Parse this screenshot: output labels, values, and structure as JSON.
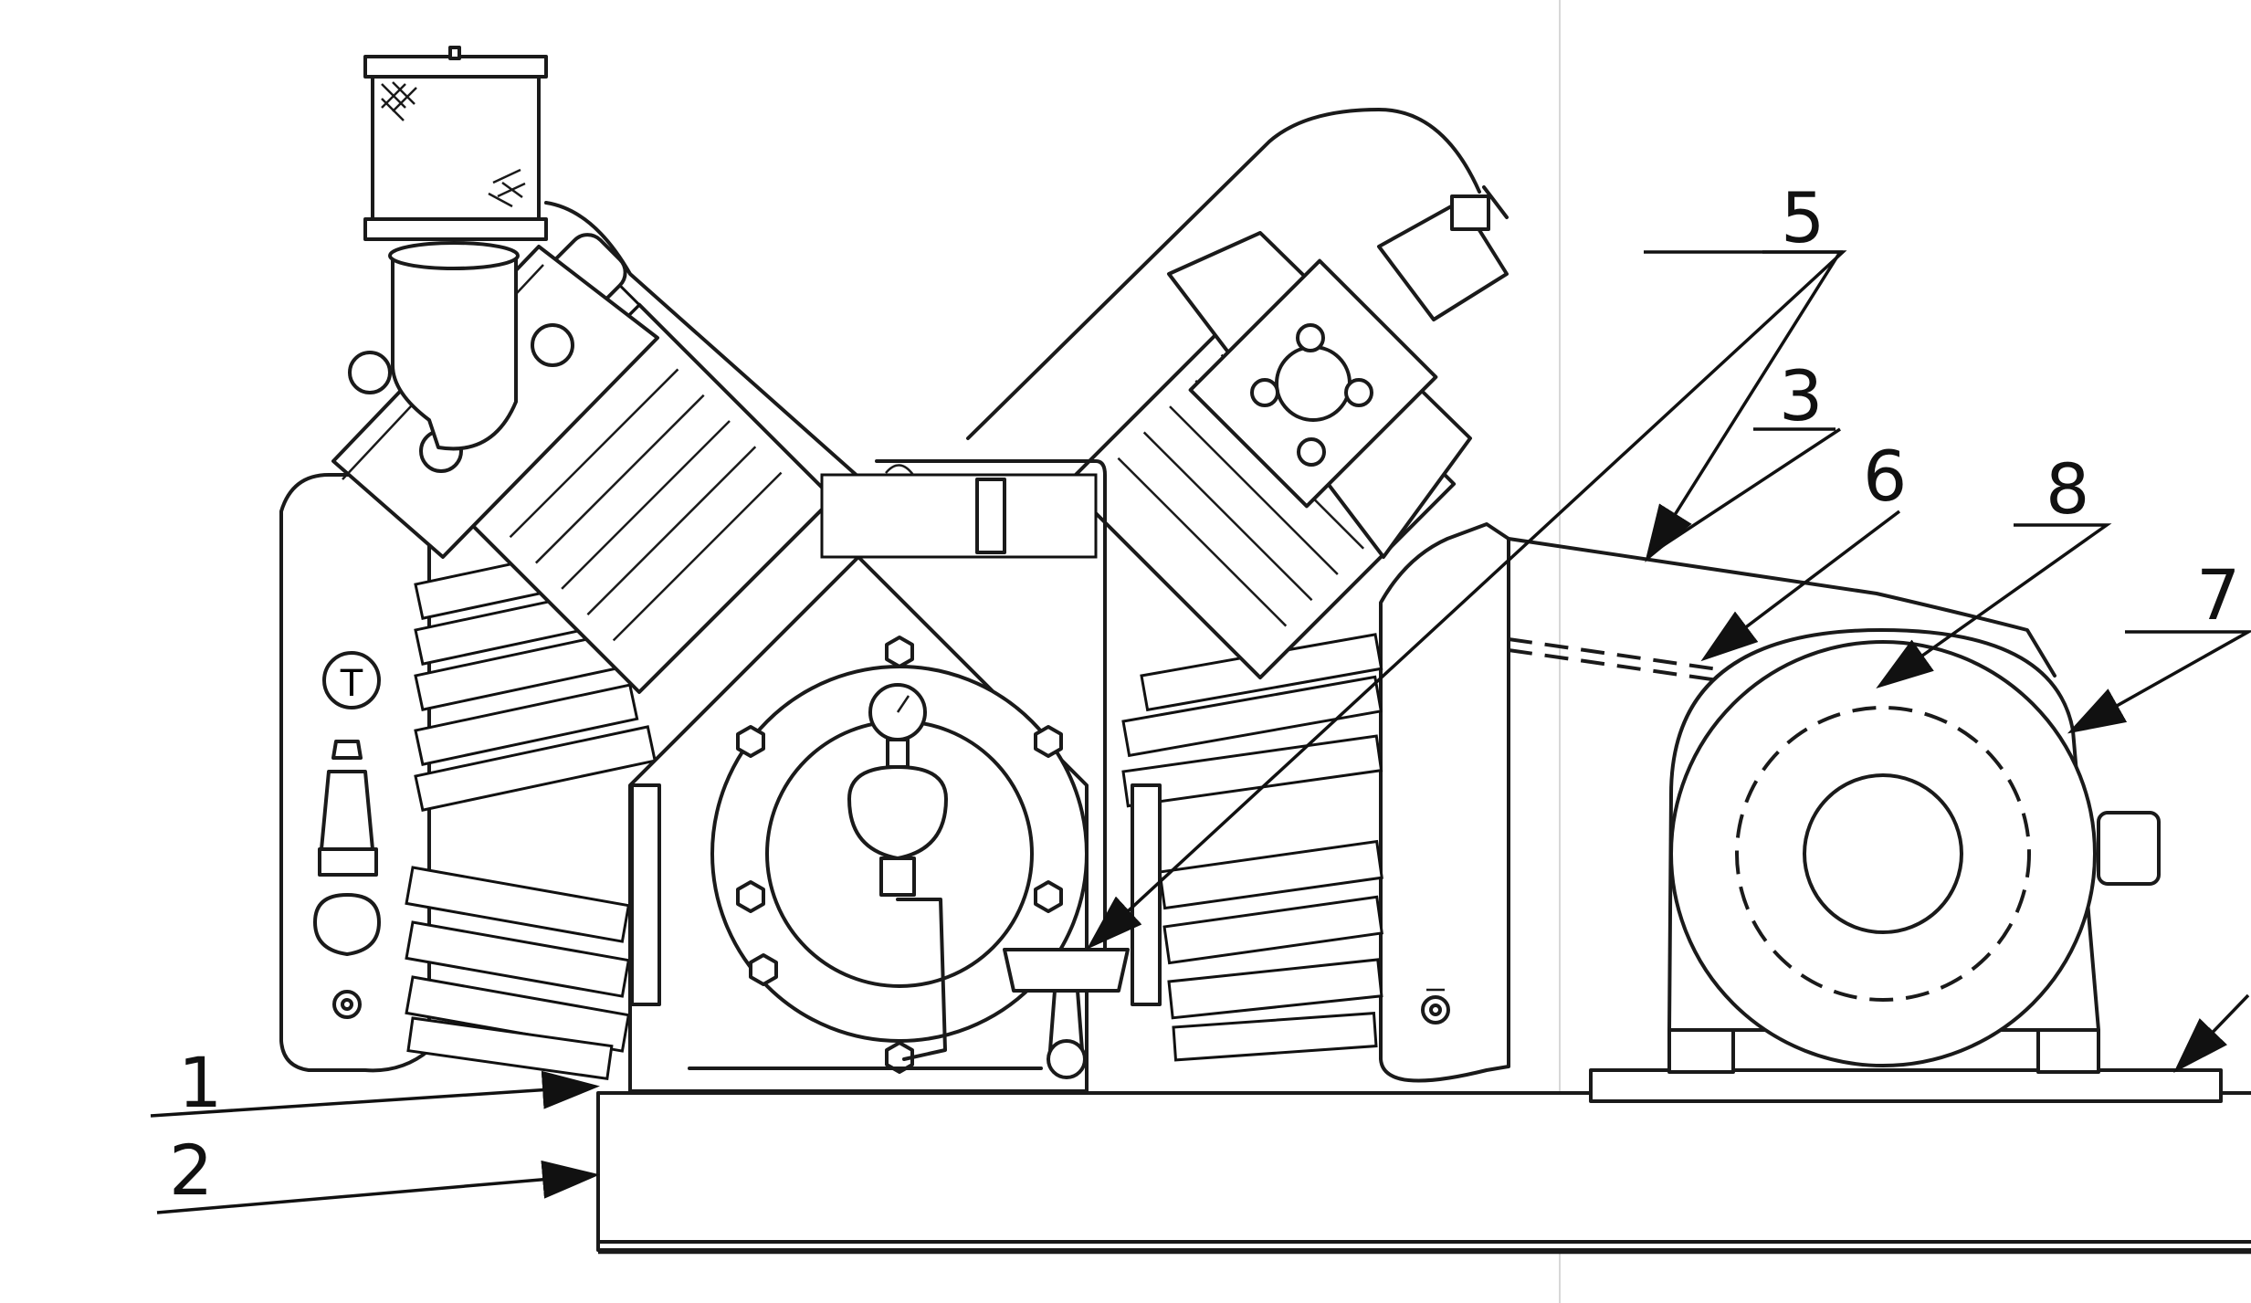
{
  "callouts": [
    {
      "id": "1",
      "label": "1"
    },
    {
      "id": "2",
      "label": "2"
    },
    {
      "id": "3",
      "label": "3"
    },
    {
      "id": "5",
      "label": "5"
    },
    {
      "id": "6",
      "label": "6"
    },
    {
      "id": "7",
      "label": "7"
    },
    {
      "id": "8",
      "label": "8"
    }
  ],
  "gauge_symbol": "T",
  "colors": {
    "ink": "#1a1a1a",
    "paper": "#ffffff"
  }
}
